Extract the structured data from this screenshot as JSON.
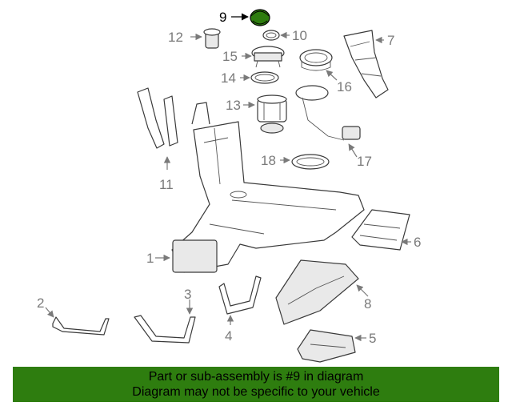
{
  "diagram": {
    "highlight_color": "#2e7d0f",
    "callouts": [
      "9",
      "10",
      "7",
      "12",
      "15",
      "16",
      "14",
      "13",
      "11",
      "17",
      "18",
      "6",
      "1",
      "2",
      "3",
      "8",
      "4",
      "5"
    ]
  },
  "banner": {
    "line1": "Part or sub-assembly is #9 in diagram",
    "line2": "Diagram may not be specific to your vehicle",
    "background": "#2e7d0f"
  }
}
